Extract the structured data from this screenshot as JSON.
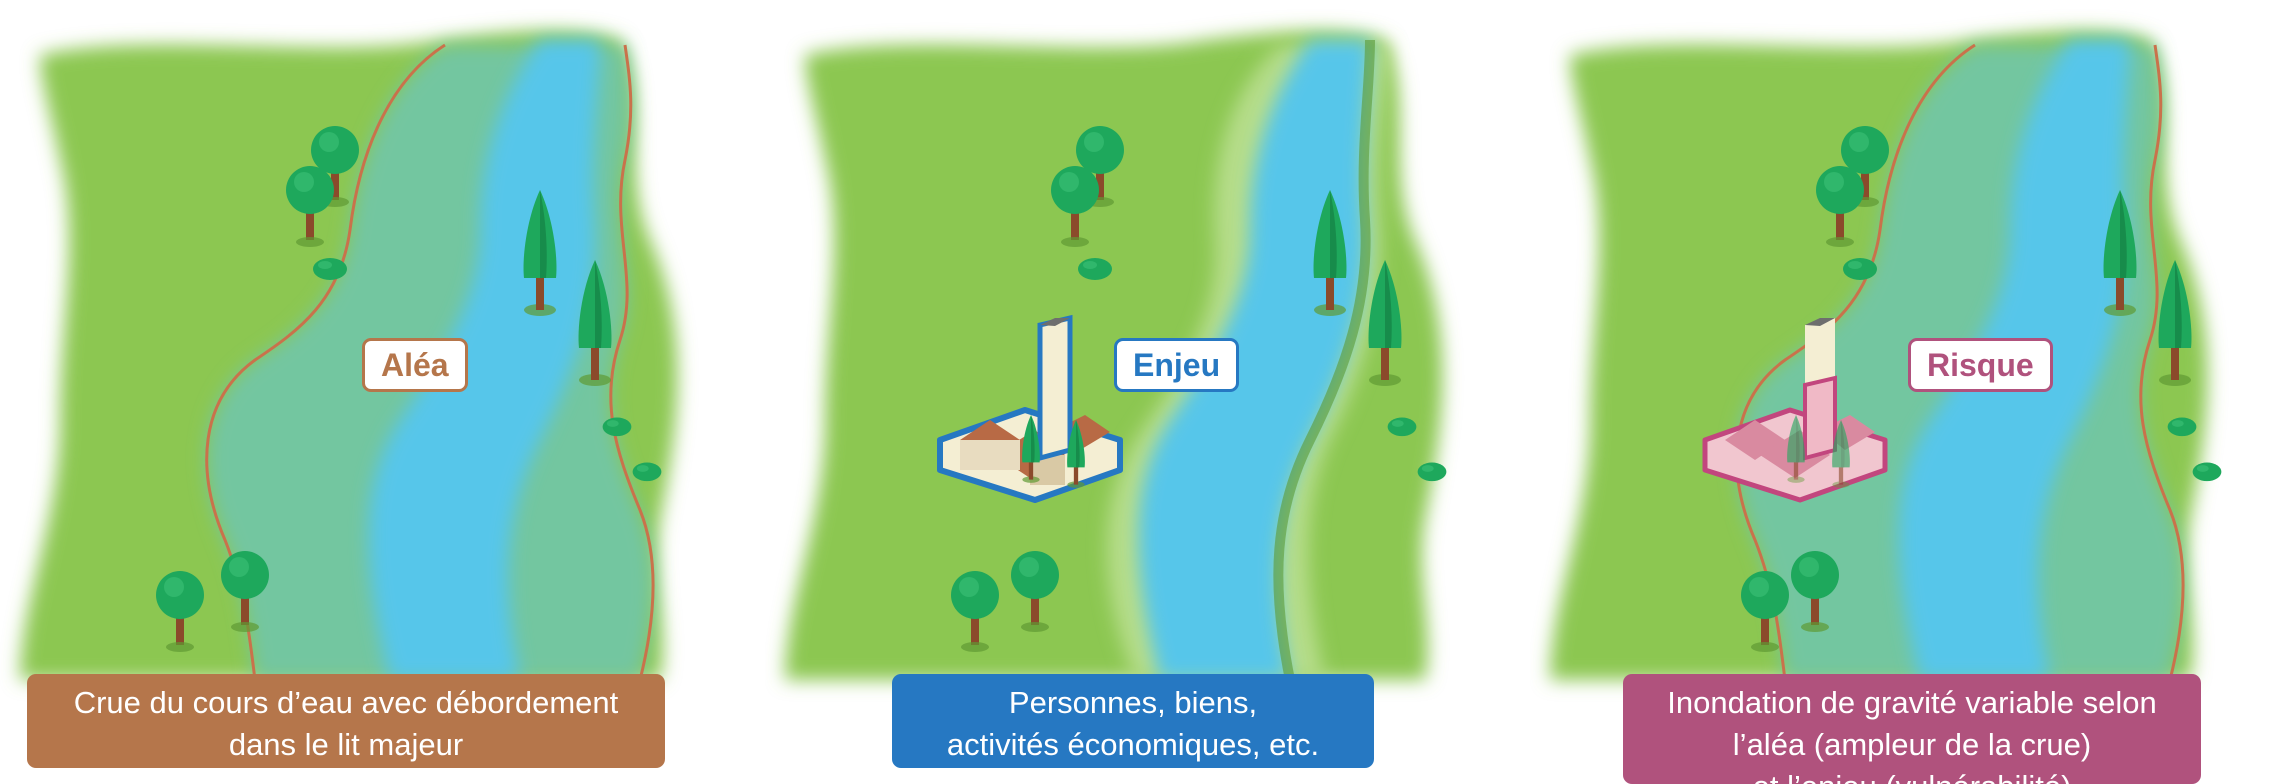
{
  "panels": [
    {
      "tag": "Aléa",
      "caption": [
        "Crue du cours d’eau avec débordement",
        "dans le lit majeur"
      ],
      "accent": "#b5764b"
    },
    {
      "tag": "Enjeu",
      "caption": [
        "Personnes, biens,",
        "activités économiques, etc."
      ],
      "accent": "#2678c2"
    },
    {
      "tag": "Risque",
      "caption": [
        "Inondation de gravité variable selon",
        "l’aléa (ampleur de la crue)",
        "et l’enjeu (vulnérabilité)"
      ],
      "accent": "#b0527d"
    }
  ],
  "colors": {
    "land": "#8cc751",
    "land_shadow": "#6ea83c",
    "river": "#56c6ea",
    "floodplain": "#73c6a0",
    "tree": "#1ea85c",
    "trunk": "#8b4a2b"
  },
  "icons": [
    "deciduous-tree-icon",
    "conifer-tree-icon",
    "bush-icon",
    "village-icon",
    "tower-icon"
  ]
}
